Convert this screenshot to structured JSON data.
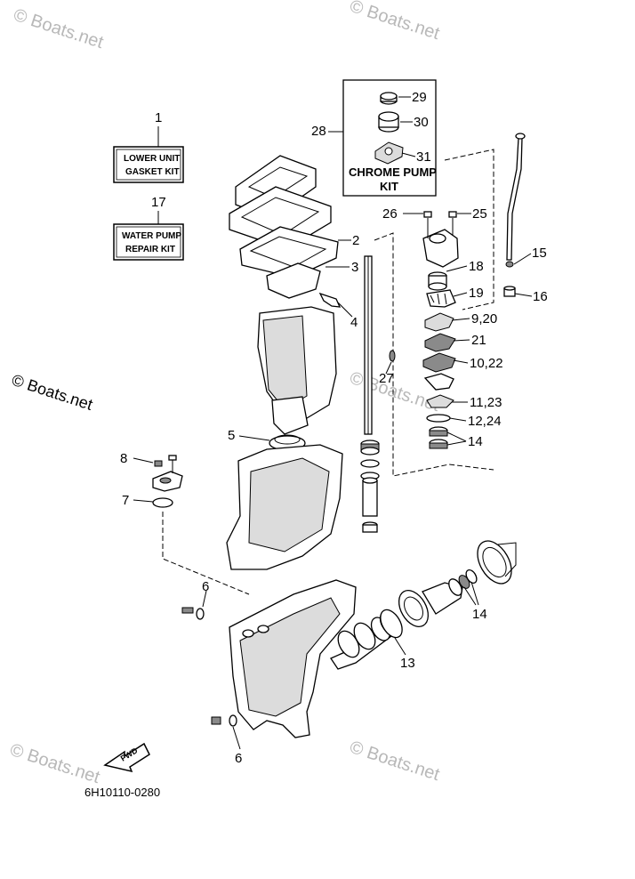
{
  "watermarks": {
    "top_left": "© Boats.net",
    "top_right": "© Boats.net",
    "left_main": "© Boats.net",
    "middle": "© Boats.net",
    "bottom_left": "© Boats.net",
    "bottom_right": "© Boats.net"
  },
  "kits": {
    "lower_unit": {
      "callout": "1",
      "line1": "LOWER UNIT",
      "line2": "GASKET KIT"
    },
    "water_pump": {
      "callout": "17",
      "line1": "WATER PUMP",
      "line2": "REPAIR KIT"
    },
    "chrome_pump": {
      "callout": "28",
      "line1": "CHROME PUMP",
      "line2": "KIT",
      "items": [
        "29",
        "30",
        "31"
      ]
    }
  },
  "callouts": {
    "c2": "2",
    "c3": "3",
    "c4": "4",
    "c5": "5",
    "c6a": "6",
    "c6b": "6",
    "c7": "7",
    "c8": "8",
    "c13": "13",
    "c14a": "14",
    "c14b": "14",
    "c15": "15",
    "c16": "16",
    "c18": "18",
    "c19": "19",
    "c9_20": "9,20",
    "c21": "21",
    "c10_22": "10,22",
    "c11_23": "11,23",
    "c12_24": "12,24",
    "c25": "25",
    "c26": "26",
    "c27": "27"
  },
  "fwd_label": "FWD",
  "diagram_code": "6H10110-0280"
}
